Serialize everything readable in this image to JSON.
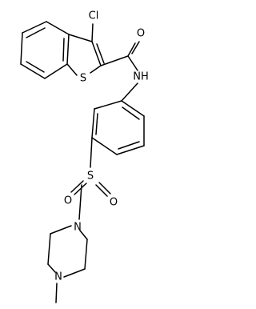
{
  "molecule": {
    "atom_labels": {
      "chlorine": "Cl",
      "carbonyl_oxygen": "O",
      "thiophene_sulfur": "S",
      "amide_nitrogen": "NH",
      "sulfonyl_sulfur": "S",
      "sulfonyl_oxygen_left": "O",
      "sulfonyl_oxygen_right": "O",
      "piperazine_nitrogen_top": "N",
      "piperazine_nitrogen_bottom": "N"
    }
  }
}
